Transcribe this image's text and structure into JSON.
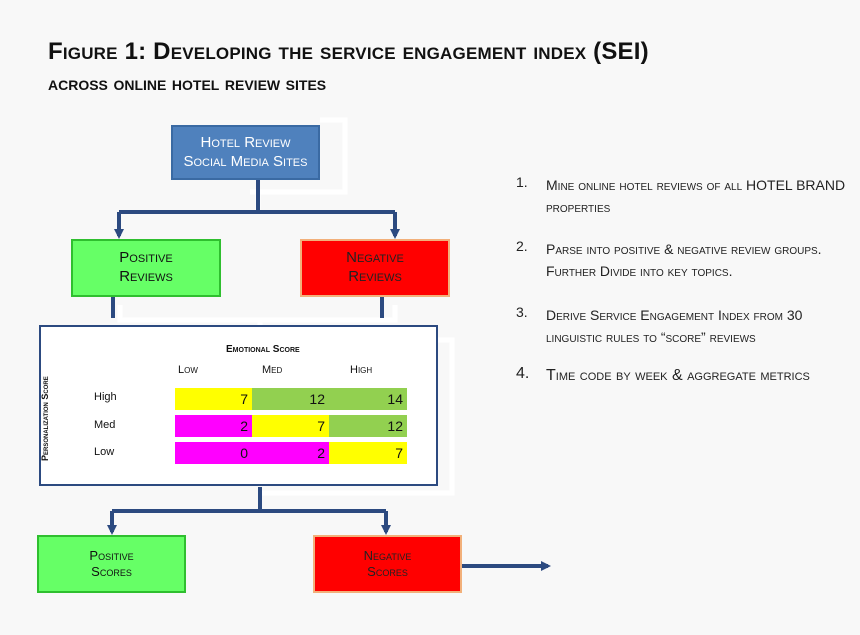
{
  "title": {
    "line1": "Figure 1:  Developing the service engagement index (SEI)",
    "line2": "across online hotel review sites"
  },
  "boxes": {
    "source": [
      "Hotel Review",
      "Social Media Sites"
    ],
    "positive_reviews": [
      "Positive",
      "Reviews"
    ],
    "negative_reviews": [
      "Negative",
      "Reviews"
    ],
    "positive_scores": [
      "Positive",
      "Scores"
    ],
    "negative_scores": [
      "Negative",
      "Scores"
    ]
  },
  "matrix": {
    "x_title": "Emotional Score",
    "y_title": "Personalization Score",
    "columns": [
      "Low",
      "Med",
      "High"
    ],
    "rows": [
      "High",
      "Med",
      "Low"
    ],
    "values": [
      [
        7,
        12,
        14
      ],
      [
        2,
        7,
        12
      ],
      [
        0,
        2,
        7
      ]
    ],
    "cell_colors": [
      [
        "#ffff00",
        "#92d050",
        "#92d050"
      ],
      [
        "#ff00ff",
        "#ffff00",
        "#92d050"
      ],
      [
        "#ff00ff",
        "#ff00ff",
        "#ffff00"
      ]
    ]
  },
  "steps": [
    {
      "num": "1.",
      "text": "Mine online hotel reviews of all HOTEL BRAND properties"
    },
    {
      "num": "2.",
      "text": "Parse into positive & negative   review groups.  Further Divide into key topics."
    },
    {
      "num": "3.",
      "text": "Derive Service Engagement Index from 30 linguistic rules to “score” reviews"
    },
    {
      "num": "4.",
      "text": "Time code by week & aggregate metrics"
    }
  ],
  "colors": {
    "arrow": "#2c4a80",
    "positive": "#66ff66",
    "negative": "#ff0000",
    "source": "#4f81bd"
  }
}
